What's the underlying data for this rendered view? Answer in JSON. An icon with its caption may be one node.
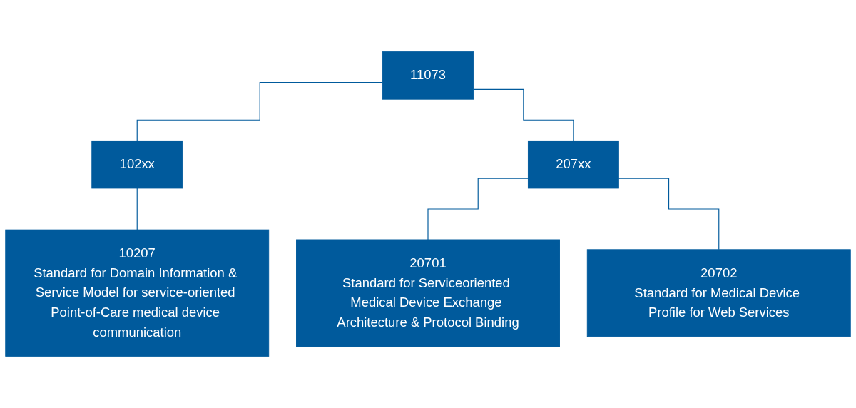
{
  "diagram": {
    "nodes": [
      {
        "text": [
          "11073"
        ]
      },
      {
        "text": [
          "102xx"
        ]
      },
      {
        "text": [
          "207xx"
        ]
      },
      {
        "text": [
          "10207",
          "Standard for Domain Information & Service Model for service-oriented Point-of-Care medical device communication"
        ]
      },
      {
        "text": [
          "20701",
          "Standard for Serviceoriented Medical Device Exchange Architecture & Protocol Binding"
        ]
      },
      {
        "text": [
          "20702",
          "Standard for Medical Device Profile for Web Services"
        ]
      }
    ],
    "edges": [
      {
        "from": 0,
        "to": 1,
        "arrow": "none"
      },
      {
        "from": 0,
        "to": 2,
        "arrow": "none"
      },
      {
        "from": 1,
        "to": 3,
        "arrow": "none"
      },
      {
        "from": 2,
        "to": 4,
        "arrow": "none"
      },
      {
        "from": 2,
        "to": 5,
        "arrow": "none"
      }
    ]
  }
}
